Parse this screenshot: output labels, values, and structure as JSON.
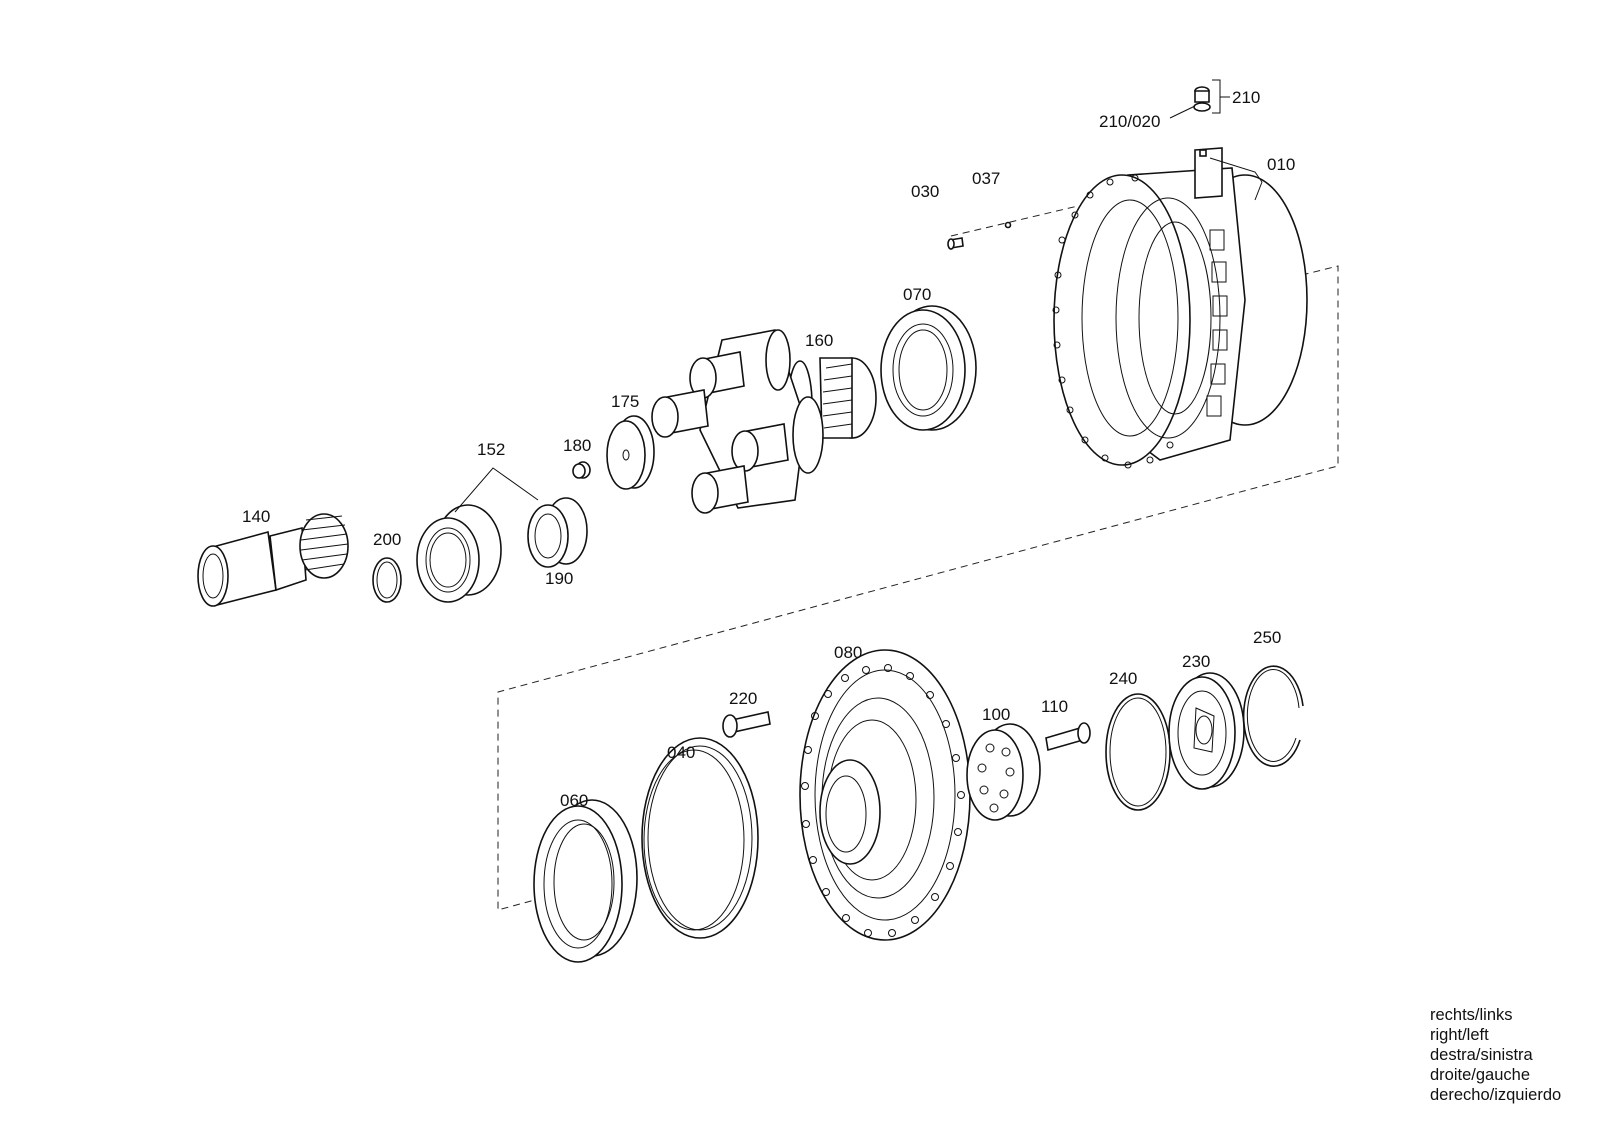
{
  "callouts": {
    "p010": "010",
    "p030": "030",
    "p037": "037",
    "p040": "040",
    "p060": "060",
    "p070": "070",
    "p080": "080",
    "p100": "100",
    "p110": "110",
    "p140": "140",
    "p152": "152",
    "p160": "160",
    "p175": "175",
    "p180": "180",
    "p190": "190",
    "p200": "200",
    "p210": "210",
    "p210_020": "210/020",
    "p220": "220",
    "p230": "230",
    "p240": "240",
    "p250": "250"
  },
  "legend": {
    "de": "rechts/links",
    "en": "right/left",
    "it": "destra/sinistra",
    "fr": "droite/gauche",
    "es": "derecho/izquierdo"
  }
}
